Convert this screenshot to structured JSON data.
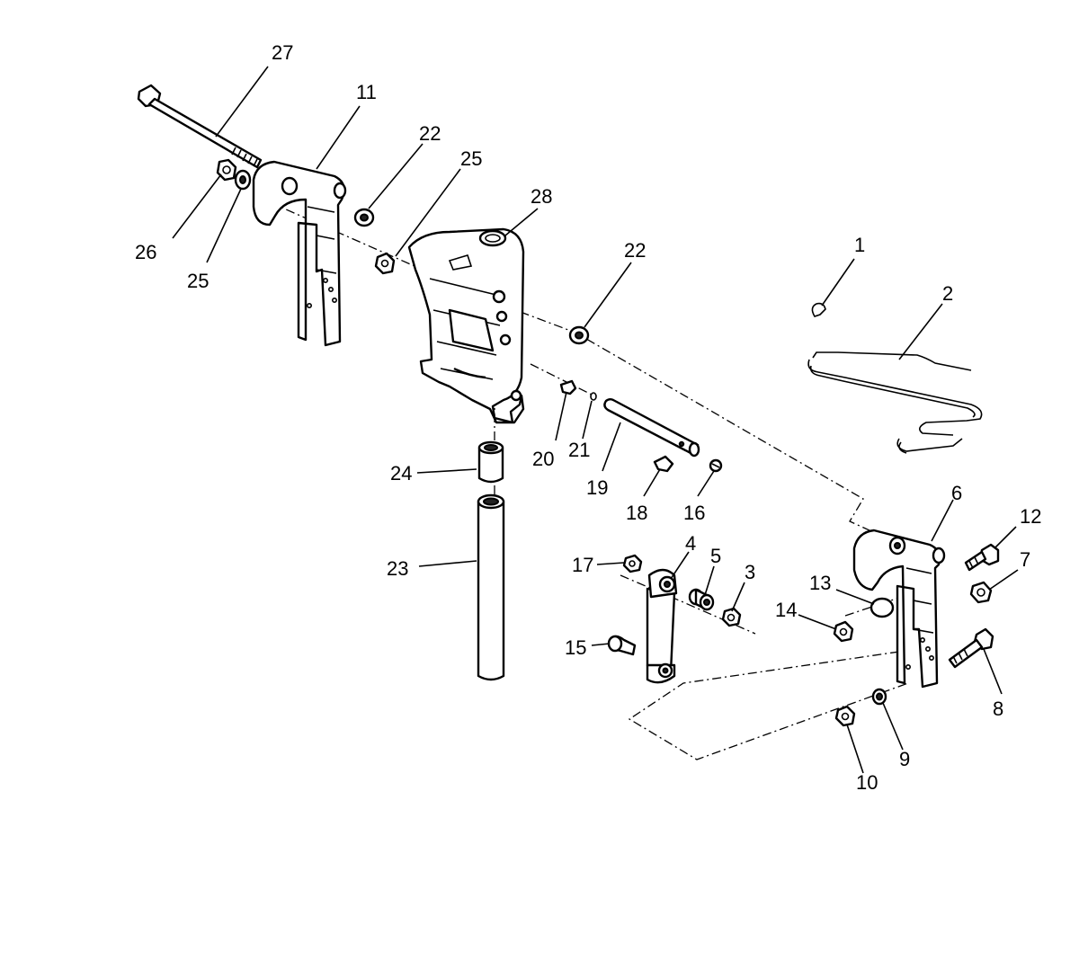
{
  "callouts": {
    "c1": "1",
    "c2": "2",
    "c3": "3",
    "c4": "4",
    "c5": "5",
    "c6": "6",
    "c7": "7",
    "c8": "8",
    "c9": "9",
    "c10": "10",
    "c11": "11",
    "c12": "12",
    "c13": "13",
    "c14": "14",
    "c15": "15",
    "c16": "16",
    "c17": "17",
    "c18": "18",
    "c19": "19",
    "c20": "20",
    "c21": "21",
    "c22a": "22",
    "c22b": "22",
    "c23": "23",
    "c24": "24",
    "c25a": "25",
    "c25b": "25",
    "c26": "26",
    "c27": "27",
    "c28": "28"
  }
}
